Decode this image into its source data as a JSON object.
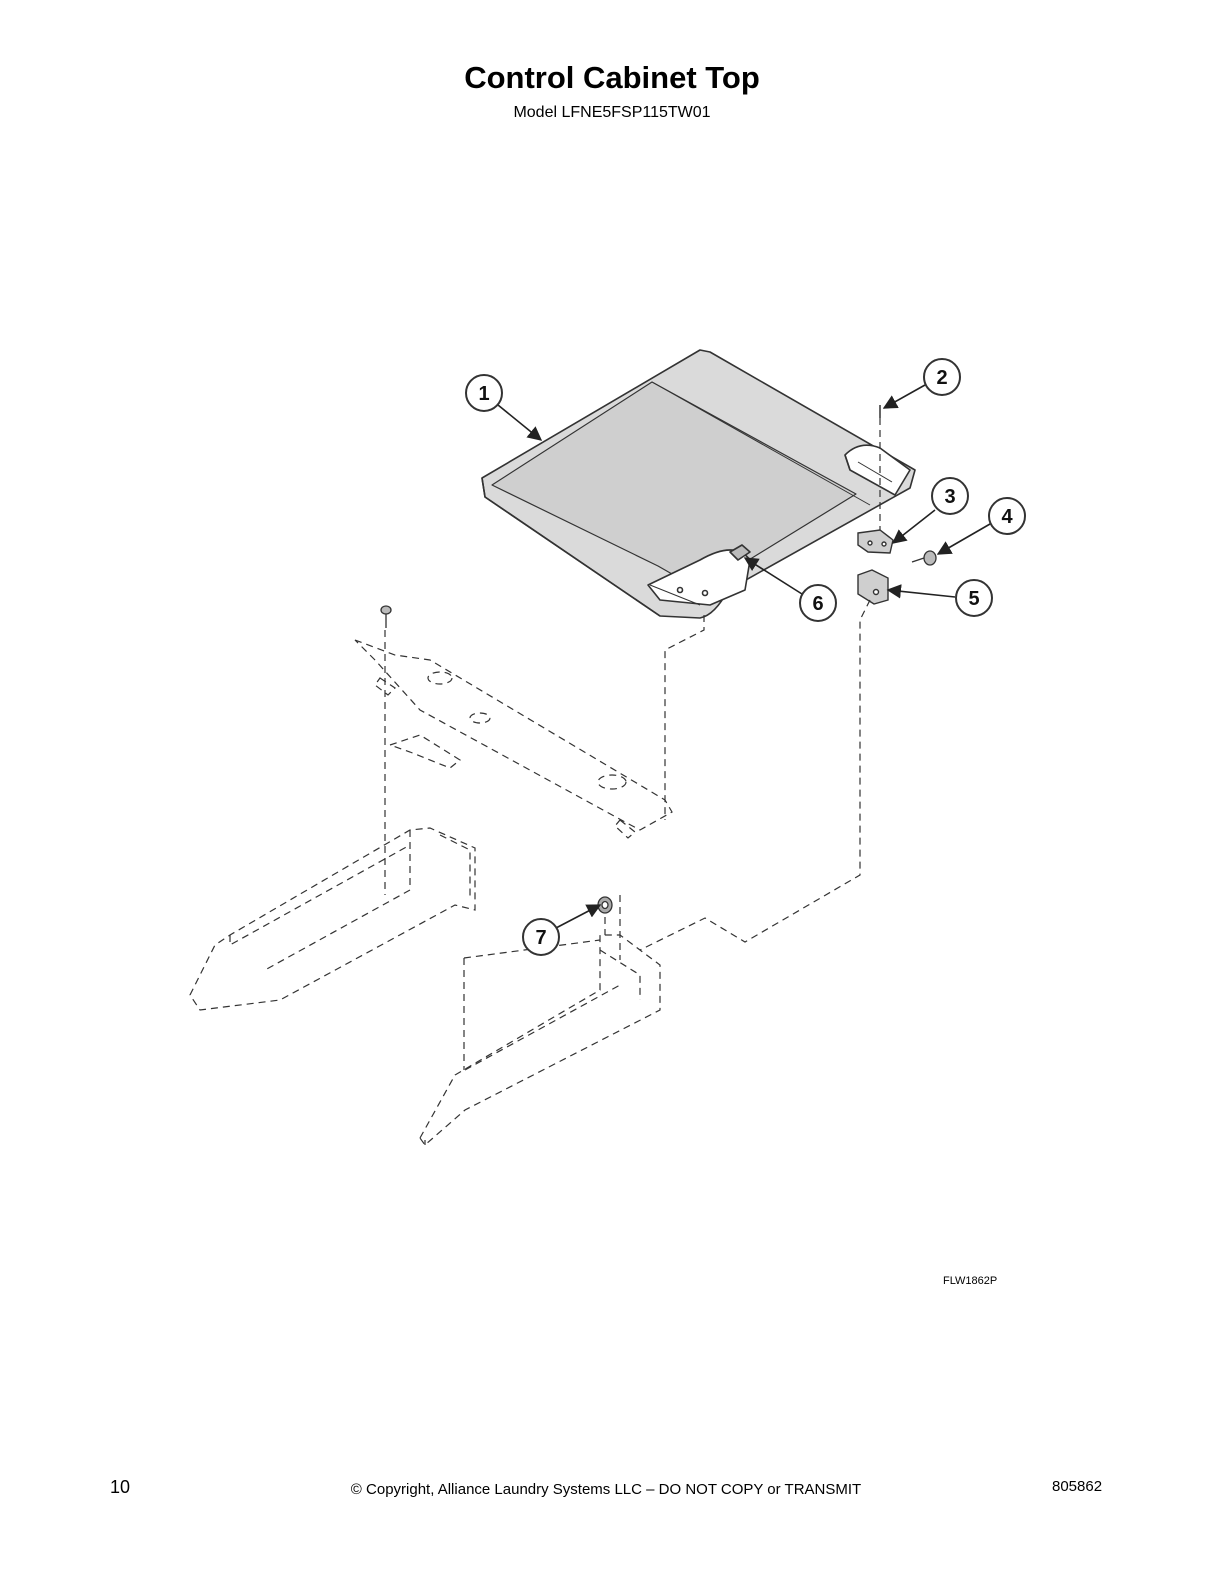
{
  "header": {
    "title": "Control Cabinet Top",
    "subtitle": "Model LFNE5FSP115TW01"
  },
  "diagram": {
    "drawing_code": "FLW1862P",
    "callouts": [
      "1",
      "2",
      "3",
      "4",
      "5",
      "6",
      "7"
    ]
  },
  "footer": {
    "page_number": "10",
    "copyright": "© Copyright, Alliance Laundry Systems LLC – DO NOT COPY or TRANSMIT",
    "document_number": "805862"
  },
  "colors": {
    "line": "#333333",
    "panel_fill": "#d9d9d9",
    "callout_fill": "#ffffff"
  }
}
